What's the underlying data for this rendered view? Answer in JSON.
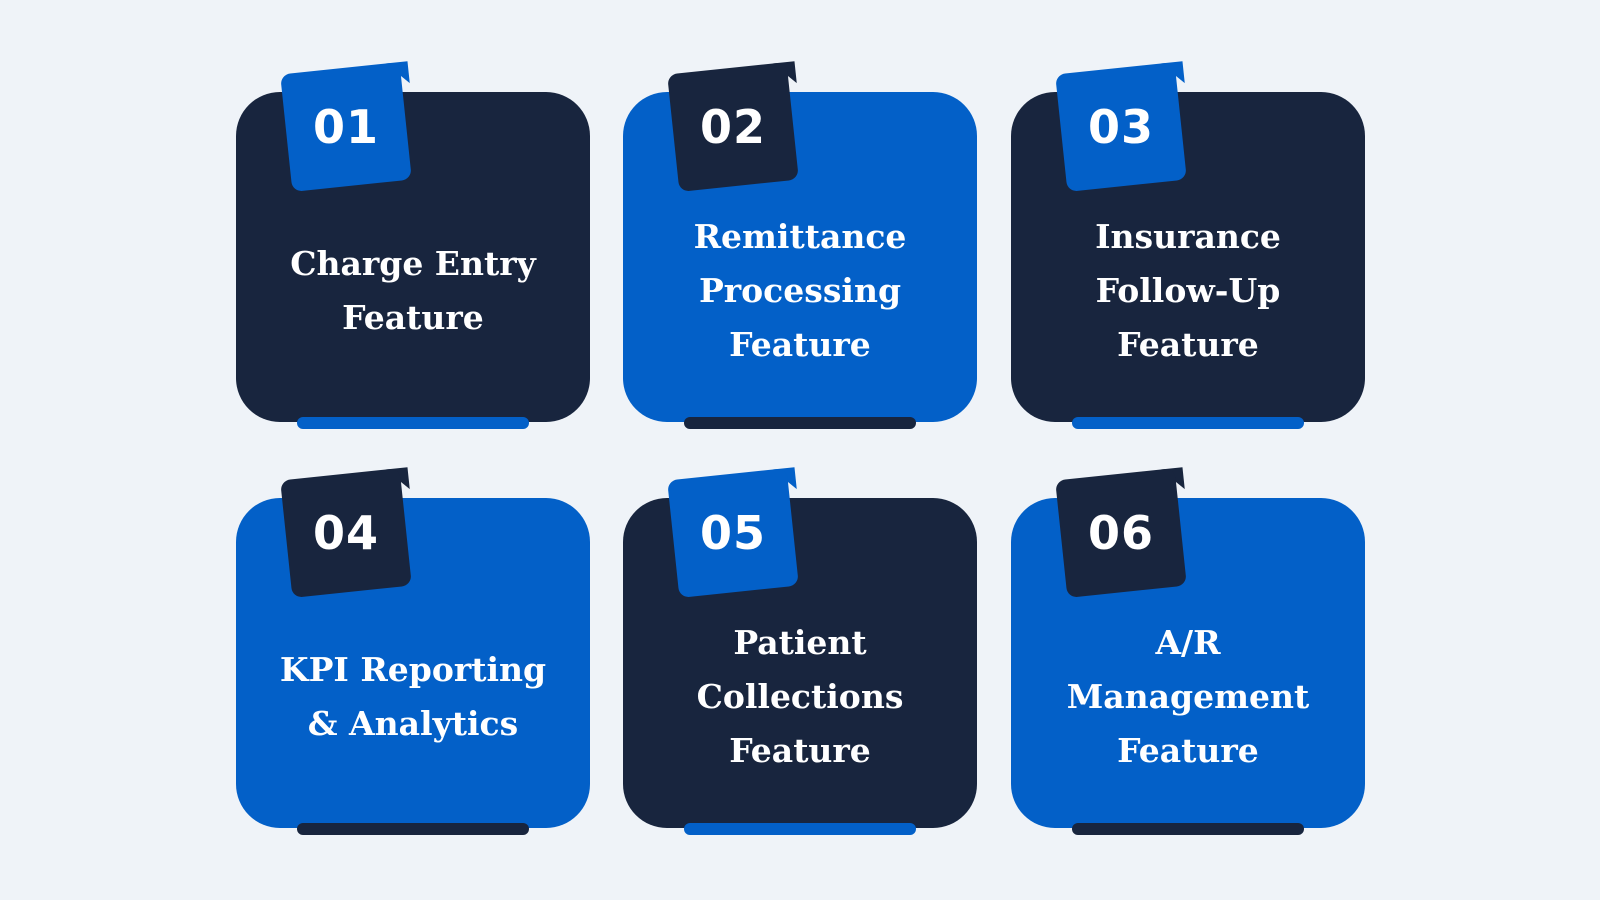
{
  "colors": {
    "background": "#eff3f8",
    "dark": "#18253e",
    "blue": "#0360c8",
    "text": "#ffffff"
  },
  "cards": [
    {
      "number": "01",
      "title": "Charge Entry\nFeature",
      "style": "dark"
    },
    {
      "number": "02",
      "title": "Remittance\nProcessing\nFeature",
      "style": "blue"
    },
    {
      "number": "03",
      "title": "Insurance\nFollow-Up\nFeature",
      "style": "dark"
    },
    {
      "number": "04",
      "title": "KPI Reporting\n& Analytics",
      "style": "blue"
    },
    {
      "number": "05",
      "title": "Patient\nCollections\nFeature",
      "style": "dark"
    },
    {
      "number": "06",
      "title": "A/R\nManagement\nFeature",
      "style": "blue"
    }
  ]
}
